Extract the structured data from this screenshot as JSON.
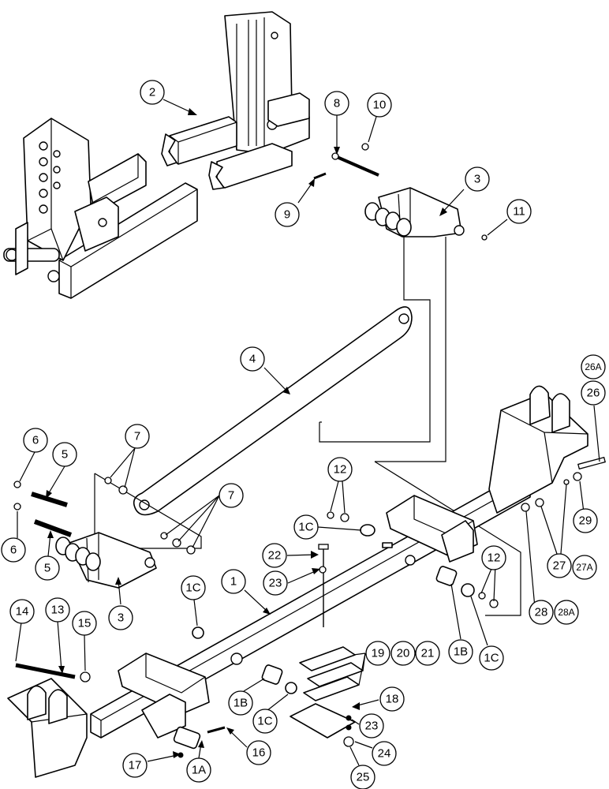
{
  "callouts": [
    {
      "id": "2",
      "label": "2"
    },
    {
      "id": "8",
      "label": "8"
    },
    {
      "id": "10",
      "label": "10"
    },
    {
      "id": "3a",
      "label": "3"
    },
    {
      "id": "9",
      "label": "9"
    },
    {
      "id": "11",
      "label": "11"
    },
    {
      "id": "4",
      "label": "4"
    },
    {
      "id": "26A",
      "label": "26A"
    },
    {
      "id": "26",
      "label": "26"
    },
    {
      "id": "6a",
      "label": "6"
    },
    {
      "id": "5a",
      "label": "5"
    },
    {
      "id": "7a",
      "label": "7"
    },
    {
      "id": "12a",
      "label": "12"
    },
    {
      "id": "1Ca",
      "label": "1C"
    },
    {
      "id": "6b",
      "label": "6"
    },
    {
      "id": "5b",
      "label": "5"
    },
    {
      "id": "7b",
      "label": "7"
    },
    {
      "id": "22",
      "label": "22"
    },
    {
      "id": "23a",
      "label": "23"
    },
    {
      "id": "1",
      "label": "1"
    },
    {
      "id": "1Cb",
      "label": "1C"
    },
    {
      "id": "3b",
      "label": "3"
    },
    {
      "id": "12b",
      "label": "12"
    },
    {
      "id": "29",
      "label": "29"
    },
    {
      "id": "27",
      "label": "27"
    },
    {
      "id": "27A",
      "label": "27A"
    },
    {
      "id": "28",
      "label": "28"
    },
    {
      "id": "28A",
      "label": "28A"
    },
    {
      "id": "14",
      "label": "14"
    },
    {
      "id": "13",
      "label": "13"
    },
    {
      "id": "15",
      "label": "15"
    },
    {
      "id": "19",
      "label": "19"
    },
    {
      "id": "20",
      "label": "20"
    },
    {
      "id": "21",
      "label": "21"
    },
    {
      "id": "1B",
      "label": "1B"
    },
    {
      "id": "1Cc",
      "label": "1C"
    },
    {
      "id": "1Bb",
      "label": "1B"
    },
    {
      "id": "1Cd",
      "label": "1C"
    },
    {
      "id": "18",
      "label": "18"
    },
    {
      "id": "16",
      "label": "16"
    },
    {
      "id": "23b",
      "label": "23"
    },
    {
      "id": "17",
      "label": "17"
    },
    {
      "id": "1A",
      "label": "1A"
    },
    {
      "id": "24",
      "label": "24"
    },
    {
      "id": "25",
      "label": "25"
    }
  ]
}
